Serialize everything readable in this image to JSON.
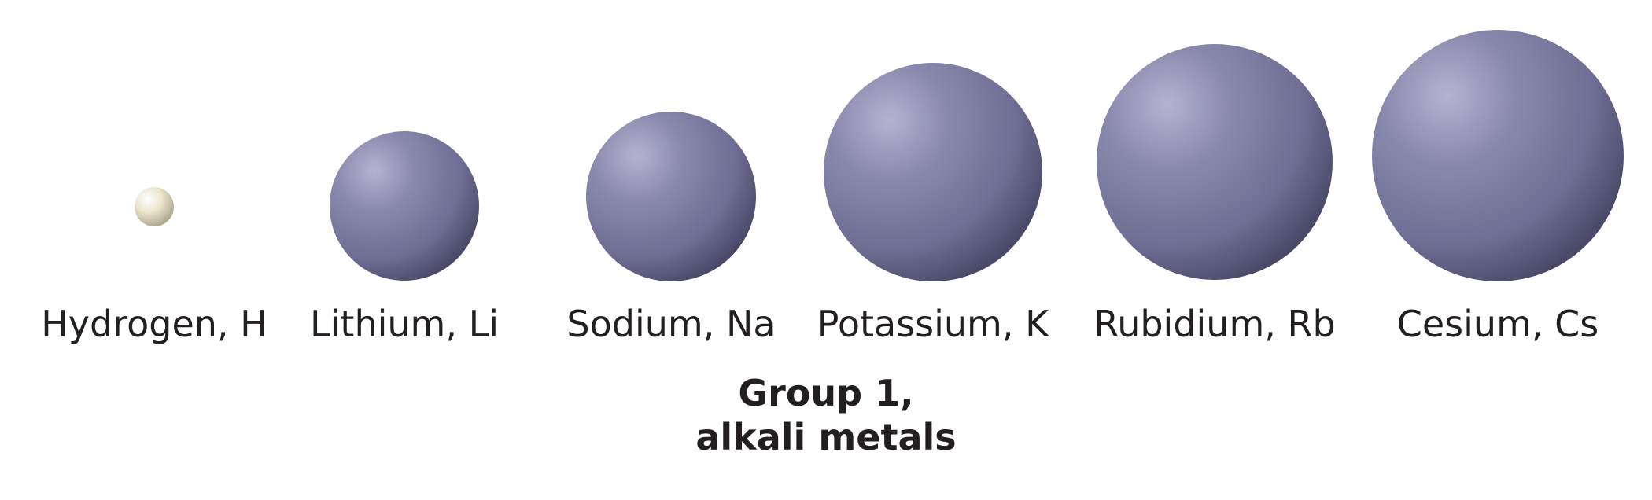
{
  "atoms": [
    {
      "id": "hydrogen",
      "label": "Hydrogen, H",
      "color": "#f0ead2"
    },
    {
      "id": "lithium",
      "label": "Lithium, Li",
      "color": "#7a7aa0"
    },
    {
      "id": "sodium",
      "label": "Sodium, Na",
      "color": "#7a7aa0"
    },
    {
      "id": "potassium",
      "label": "Potassium, K",
      "color": "#7a7aa0"
    },
    {
      "id": "rubidium",
      "label": "Rubidium, Rb",
      "color": "#7a7aa0"
    },
    {
      "id": "cesium",
      "label": "Cesium, Cs",
      "color": "#7a7aa0"
    }
  ],
  "group": {
    "line1": "Group 1,",
    "line2": "alkali metals"
  }
}
